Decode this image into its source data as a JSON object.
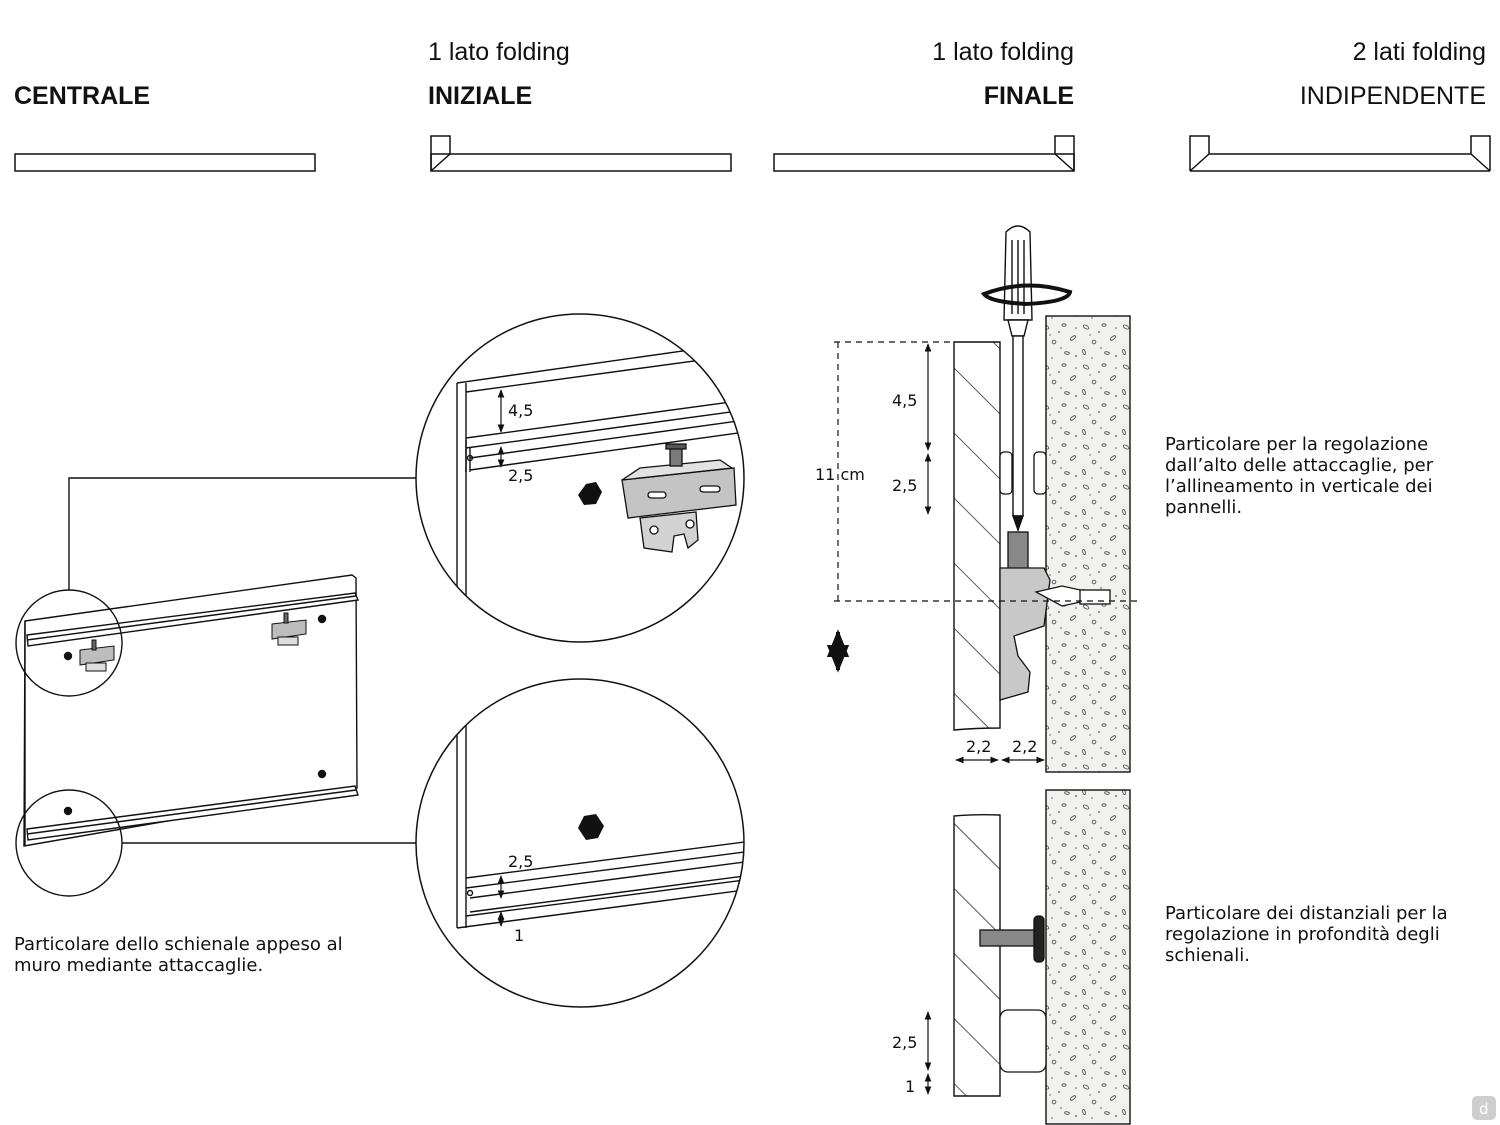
{
  "headers": {
    "centrale": {
      "top": "",
      "bottom": "CENTRALE"
    },
    "iniziale": {
      "top": "1 lato folding",
      "bottom": "INIZIALE"
    },
    "finale": {
      "top": "1 lato folding",
      "bottom": "FINALE"
    },
    "indipendente": {
      "top": "2 lati folding",
      "bottom": "INDIPENDENTE"
    }
  },
  "captions": {
    "panel": "Particolare dello schienale appeso al muro mediante attaccaglie.",
    "vertical": "Particolare per la regolazione dall’alto delle attaccaglie, per l’allineamento in verticale dei pannelli.",
    "depth": "Particolare dei distanziali per la regolazione in profondità degli schienali."
  },
  "dimensions": {
    "upper_detail": {
      "top": "4,5",
      "rail": "2,5"
    },
    "lower_detail": {
      "rail": "2,5",
      "bottom": "1"
    },
    "section_vertical": {
      "total": "11 cm",
      "top": "4,5",
      "rail": "2,5",
      "depth_a": "2,2",
      "depth_b": "2,2"
    },
    "section_depth": {
      "rail": "2,5",
      "bottom": "1"
    }
  },
  "watermark": "d"
}
